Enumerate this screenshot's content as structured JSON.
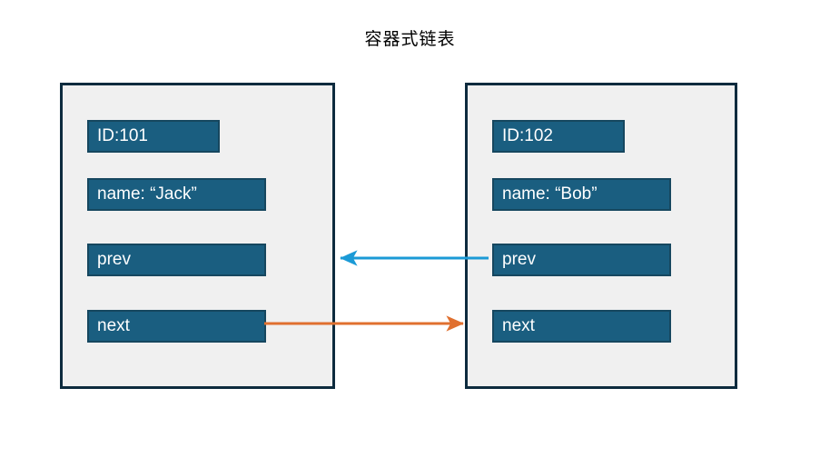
{
  "title": "容器式链表",
  "nodes": [
    {
      "id": "node-left",
      "fields": {
        "id": "ID:101",
        "name": "name: “Jack”",
        "prev": "prev",
        "next": "next"
      }
    },
    {
      "id": "node-right",
      "fields": {
        "id": "ID:102",
        "name": "name: “Bob”",
        "prev": "prev",
        "next": "next"
      }
    }
  ],
  "arrows": [
    {
      "name": "prev-link-arrow",
      "direction": "left",
      "color": "#1B9AD6",
      "from": "node-right.prev",
      "to": "node-left"
    },
    {
      "name": "next-link-arrow",
      "direction": "right",
      "color": "#E0702F",
      "from": "node-left.next",
      "to": "node-right"
    }
  ],
  "colors": {
    "field_fill": "#1A5E80",
    "field_border": "#16475F",
    "container_fill": "#F0F0F0",
    "container_border": "#0D2B3E",
    "arrow_blue": "#1B9AD6",
    "arrow_orange": "#E0702F",
    "background": "#FFFFFF",
    "text": "#FFFFFF"
  }
}
